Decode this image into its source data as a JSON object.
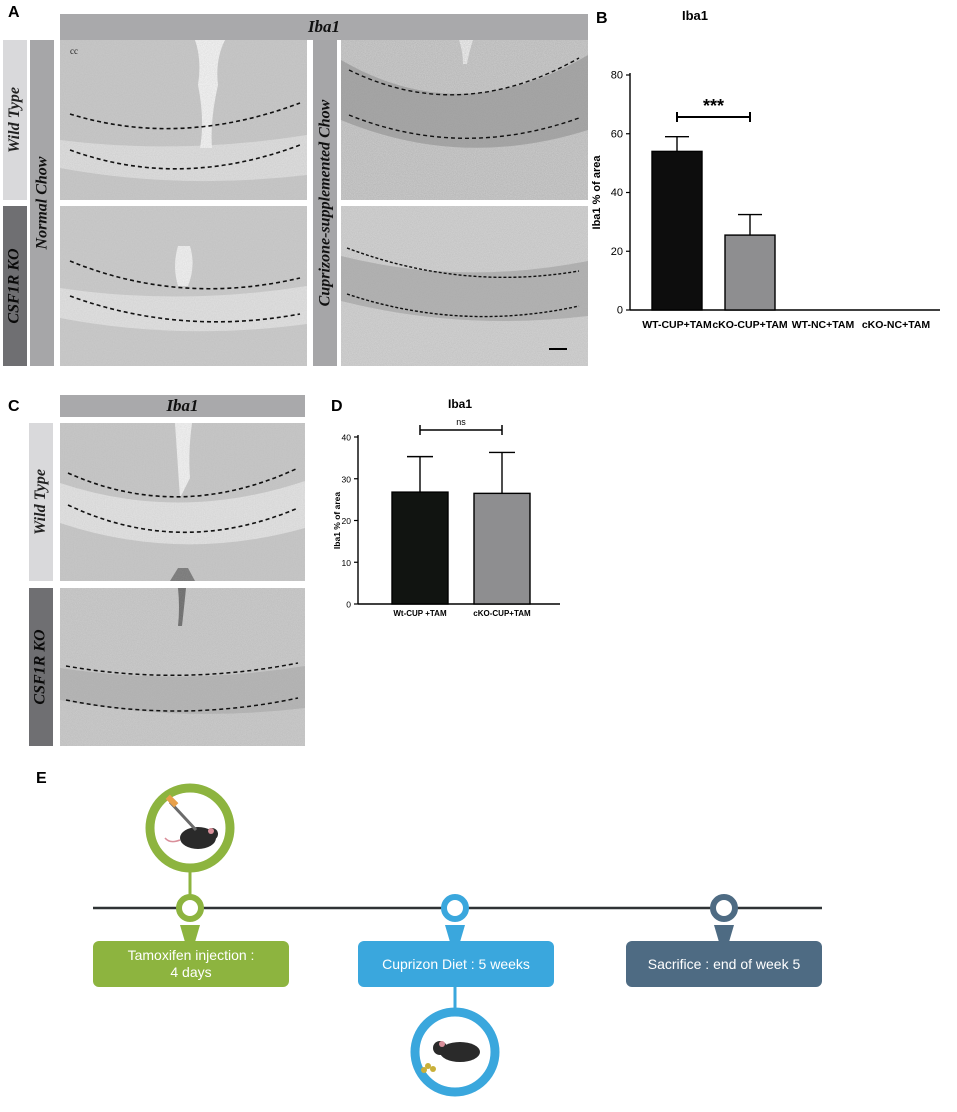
{
  "panels": {
    "a": "A",
    "b": "B",
    "c": "C",
    "d": "D",
    "e": "E"
  },
  "panel_a": {
    "header": "Iba1",
    "rows": [
      "Wild Type",
      "CSF1R KO"
    ],
    "conditions": [
      "Normal Chow",
      "Cuprizone-supplemented Chow"
    ],
    "corner_label": "cc"
  },
  "panel_c": {
    "header": "Iba1",
    "rows": [
      "Wild Type",
      "CSF1R KO"
    ]
  },
  "chart_data": [
    {
      "id": "B",
      "type": "bar",
      "title": "Iba1",
      "ylabel": "Iba1 % of area",
      "xlabel": "",
      "categories": [
        "WT-CUP+TAM",
        "cKO-CUP+TAM",
        "WT-NC+TAM",
        "cKO-NC+TAM"
      ],
      "values": [
        54,
        25.5,
        0,
        0
      ],
      "errors": [
        5,
        7,
        0,
        0
      ],
      "ylim": [
        0,
        80
      ],
      "yticks": [
        0,
        20,
        40,
        60,
        80
      ],
      "colors": [
        "#0d0d0d",
        "#8e8e90",
        "#0d0d0d",
        "#8e8e90"
      ],
      "significance": {
        "from": 0,
        "to": 1,
        "label": "***"
      }
    },
    {
      "id": "D",
      "type": "bar",
      "title": "Iba1",
      "ylabel": "Iba1 % of area",
      "xlabel": "",
      "categories": [
        "Wt-CUP +TAM",
        "cKO-CUP+TAM"
      ],
      "values": [
        26.8,
        26.5
      ],
      "errors": [
        8.5,
        9.8
      ],
      "ylim": [
        0,
        40
      ],
      "yticks": [
        0,
        10,
        20,
        30,
        40
      ],
      "colors": [
        "#111411",
        "#8e8e90"
      ],
      "significance": {
        "from": 0,
        "to": 1,
        "label": "ns"
      }
    }
  ],
  "timeline": {
    "steps": [
      {
        "label": "Tamoxifen injection :\n4 days",
        "color": "#8db43f",
        "icon": "syringe-mouse-icon"
      },
      {
        "label": "Cuprizon Diet : 5 weeks",
        "color": "#3aa7dd",
        "icon": "mouse-eating-icon"
      },
      {
        "label": "Sacrifice : end of week 5",
        "color": "#4e6b83",
        "icon": "none"
      }
    ]
  }
}
